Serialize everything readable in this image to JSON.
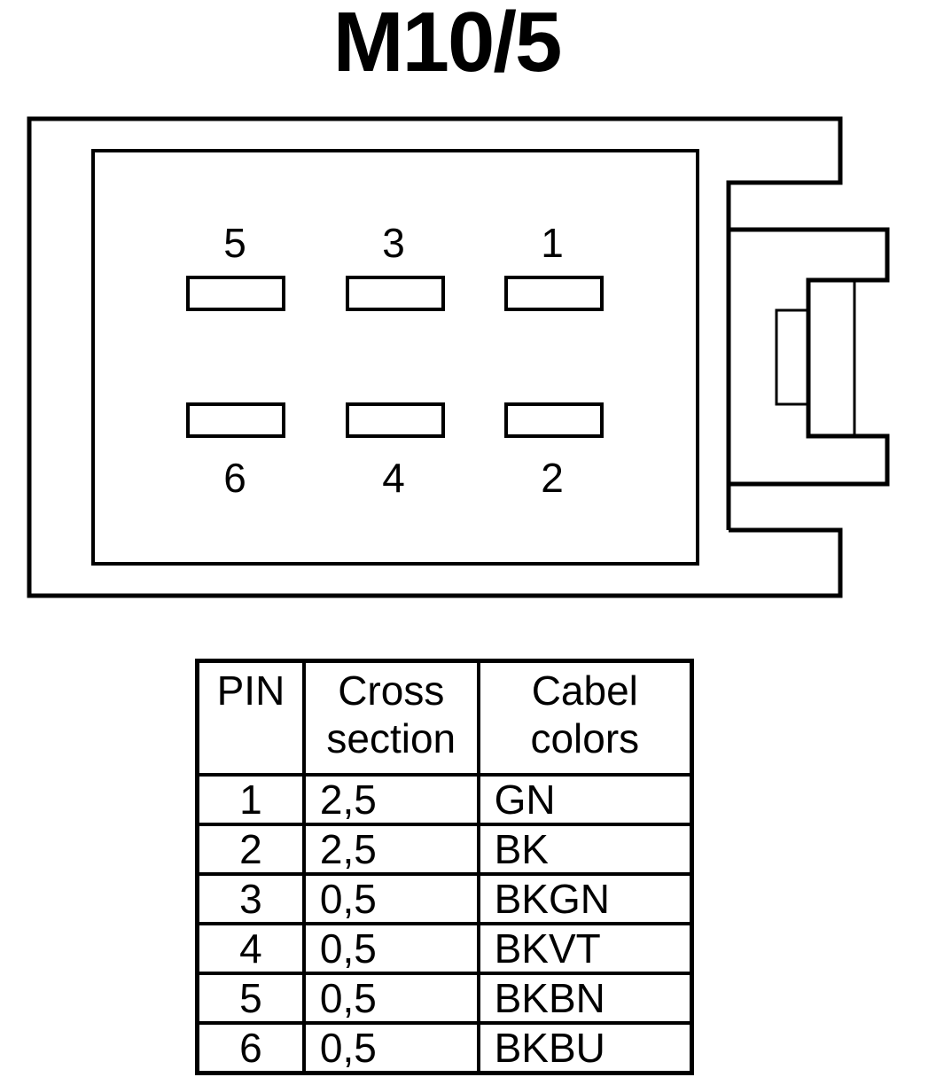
{
  "title": "M10/5",
  "connector": {
    "pins": [
      {
        "id": "5",
        "label": "5"
      },
      {
        "id": "3",
        "label": "3"
      },
      {
        "id": "1",
        "label": "1"
      },
      {
        "id": "6",
        "label": "6"
      },
      {
        "id": "4",
        "label": "4"
      },
      {
        "id": "2",
        "label": "2"
      }
    ]
  },
  "table": {
    "headers": {
      "pin": "PIN",
      "cross_line1": "Cross",
      "cross_line2": "section",
      "color_line1": "Cabel",
      "color_line2": "colors"
    },
    "rows": [
      {
        "pin": "1",
        "cross": "2,5",
        "color": "GN"
      },
      {
        "pin": "2",
        "cross": "2,5",
        "color": "BK"
      },
      {
        "pin": "3",
        "cross": "0,5",
        "color": "BKGN"
      },
      {
        "pin": "4",
        "cross": "0,5",
        "color": "BKVT"
      },
      {
        "pin": "5",
        "cross": "0,5",
        "color": "BKBN"
      },
      {
        "pin": "6",
        "cross": "0,5",
        "color": "BKBU"
      }
    ]
  }
}
